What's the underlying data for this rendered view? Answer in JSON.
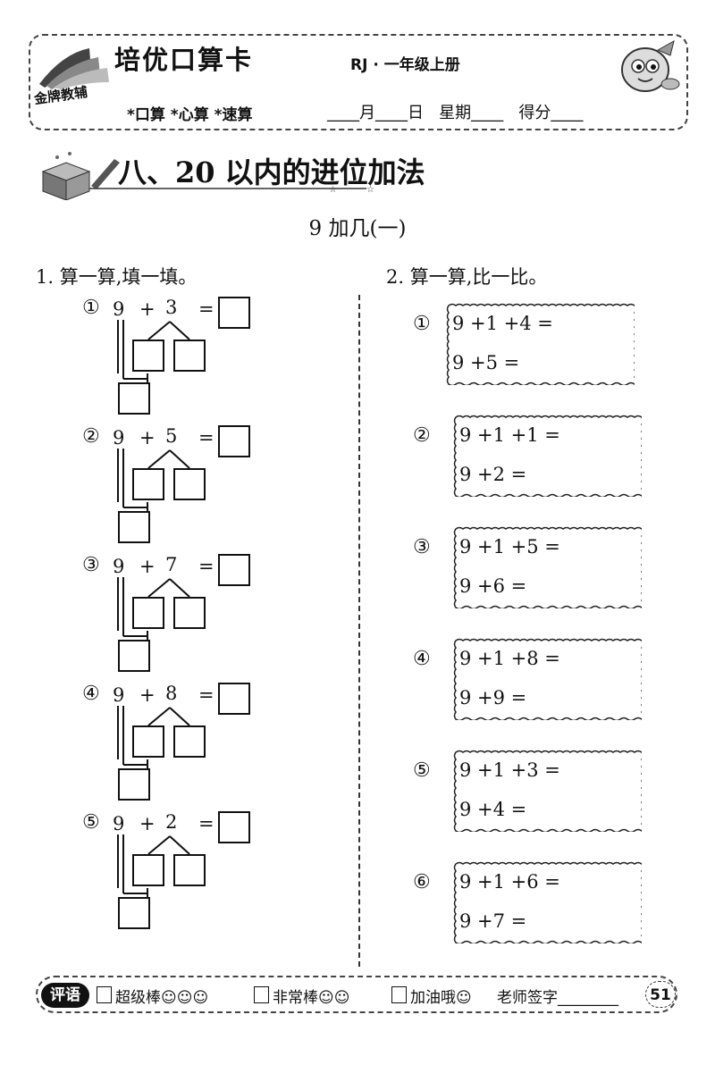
{
  "header": {
    "brand_sub": "金牌教辅",
    "title": "培优口算卡",
    "edition": "RJ · 一年级上册",
    "tagline": "*口算 *心算 *速算",
    "date_line": "____月____日   星期____   得分____"
  },
  "chapter": {
    "title": "八、20 以内的进位加法",
    "lesson": "9 加几(一)"
  },
  "q1": {
    "title": "1. 算一算,填一填。",
    "items": [
      {
        "mark": "①",
        "a": "9",
        "op": "+",
        "b": "3",
        "eq": "="
      },
      {
        "mark": "②",
        "a": "9",
        "op": "+",
        "b": "5",
        "eq": "="
      },
      {
        "mark": "③",
        "a": "9",
        "op": "+",
        "b": "7",
        "eq": "="
      },
      {
        "mark": "④",
        "a": "9",
        "op": "+",
        "b": "8",
        "eq": "="
      },
      {
        "mark": "⑤",
        "a": "9",
        "op": "+",
        "b": "2",
        "eq": "="
      }
    ]
  },
  "q2": {
    "title": "2. 算一算,比一比。",
    "items": [
      {
        "mark": "①",
        "line1": "9 +1 +4 =",
        "line2": "9 +5 ="
      },
      {
        "mark": "②",
        "line1": "9 +1 +1 =",
        "line2": "9 +2 ="
      },
      {
        "mark": "③",
        "line1": "9 +1 +5 =",
        "line2": "9 +6 ="
      },
      {
        "mark": "④",
        "line1": "9 +1 +8 =",
        "line2": "9 +9 ="
      },
      {
        "mark": "⑤",
        "line1": "9 +1 +3 =",
        "line2": "9 +4 ="
      },
      {
        "mark": "⑥",
        "line1": "9 +1 +6 =",
        "line2": "9 +7 ="
      }
    ]
  },
  "footer": {
    "badge": "评语",
    "opt1": "超级棒☺☺☺",
    "opt2": "非常棒☺☺",
    "opt3": "加油哦☺",
    "signature": "老师签字________",
    "page_number": "51"
  }
}
